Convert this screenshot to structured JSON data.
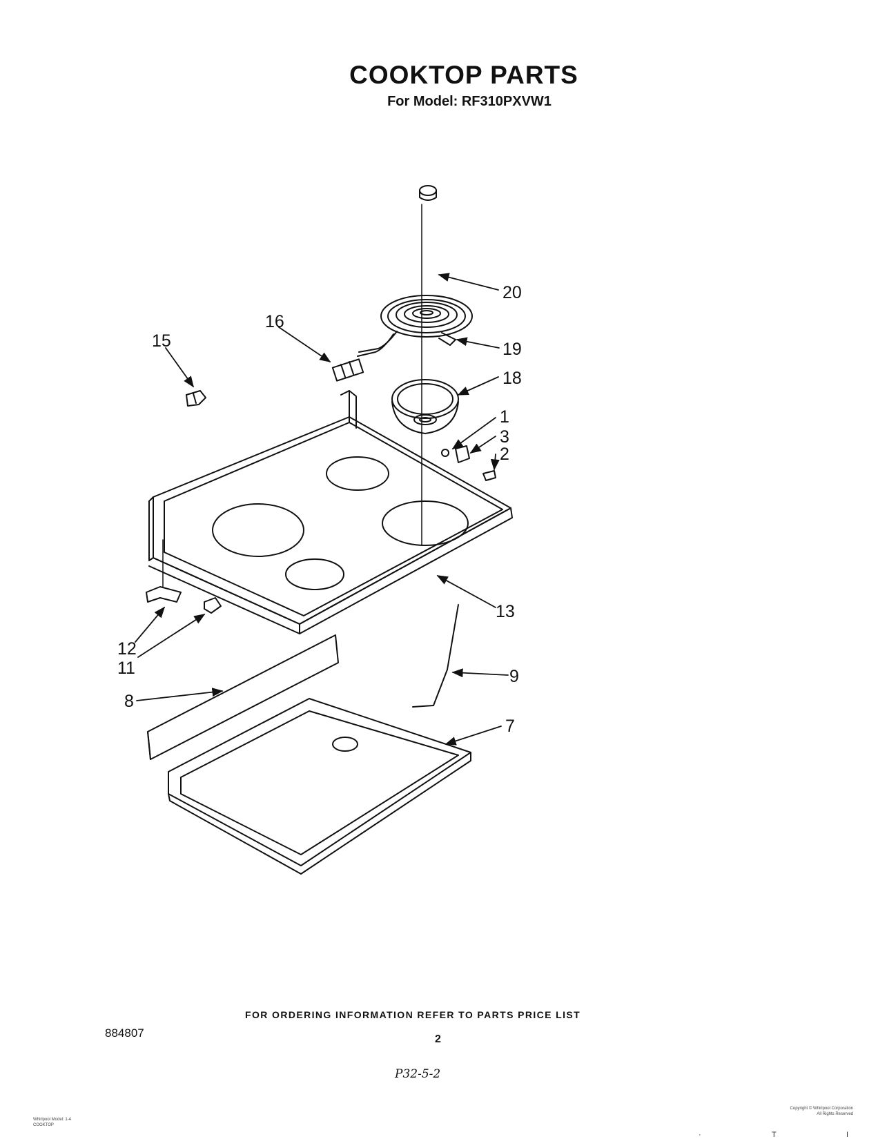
{
  "header": {
    "title": "COOKTOP PARTS",
    "subtitle": "For Model: RF310PXVW1"
  },
  "callouts": [
    {
      "id": "20",
      "label": "20"
    },
    {
      "id": "16",
      "label": "16"
    },
    {
      "id": "19",
      "label": "19"
    },
    {
      "id": "15",
      "label": "15"
    },
    {
      "id": "18",
      "label": "18"
    },
    {
      "id": "1",
      "label": "1"
    },
    {
      "id": "3",
      "label": "3"
    },
    {
      "id": "2",
      "label": "2"
    },
    {
      "id": "13",
      "label": "13"
    },
    {
      "id": "12",
      "label": "12"
    },
    {
      "id": "11",
      "label": "11"
    },
    {
      "id": "9",
      "label": "9"
    },
    {
      "id": "8",
      "label": "8"
    },
    {
      "id": "7",
      "label": "7"
    }
  ],
  "footer": {
    "order_info": "FOR ORDERING INFORMATION REFER TO PARTS PRICE LIST",
    "doc_number": "884807",
    "page_number": "2",
    "handwritten_note": "P32-5-2",
    "fine_print_left": "Whirlpool Model: 1-4\nCOOKTOP",
    "fine_print_right": "Copyright © Whirlpool Corporation\nAll Rights Reserved",
    "scan_mark_left": "·",
    "scan_mark_mid": "T",
    "scan_mark_right": "I"
  }
}
